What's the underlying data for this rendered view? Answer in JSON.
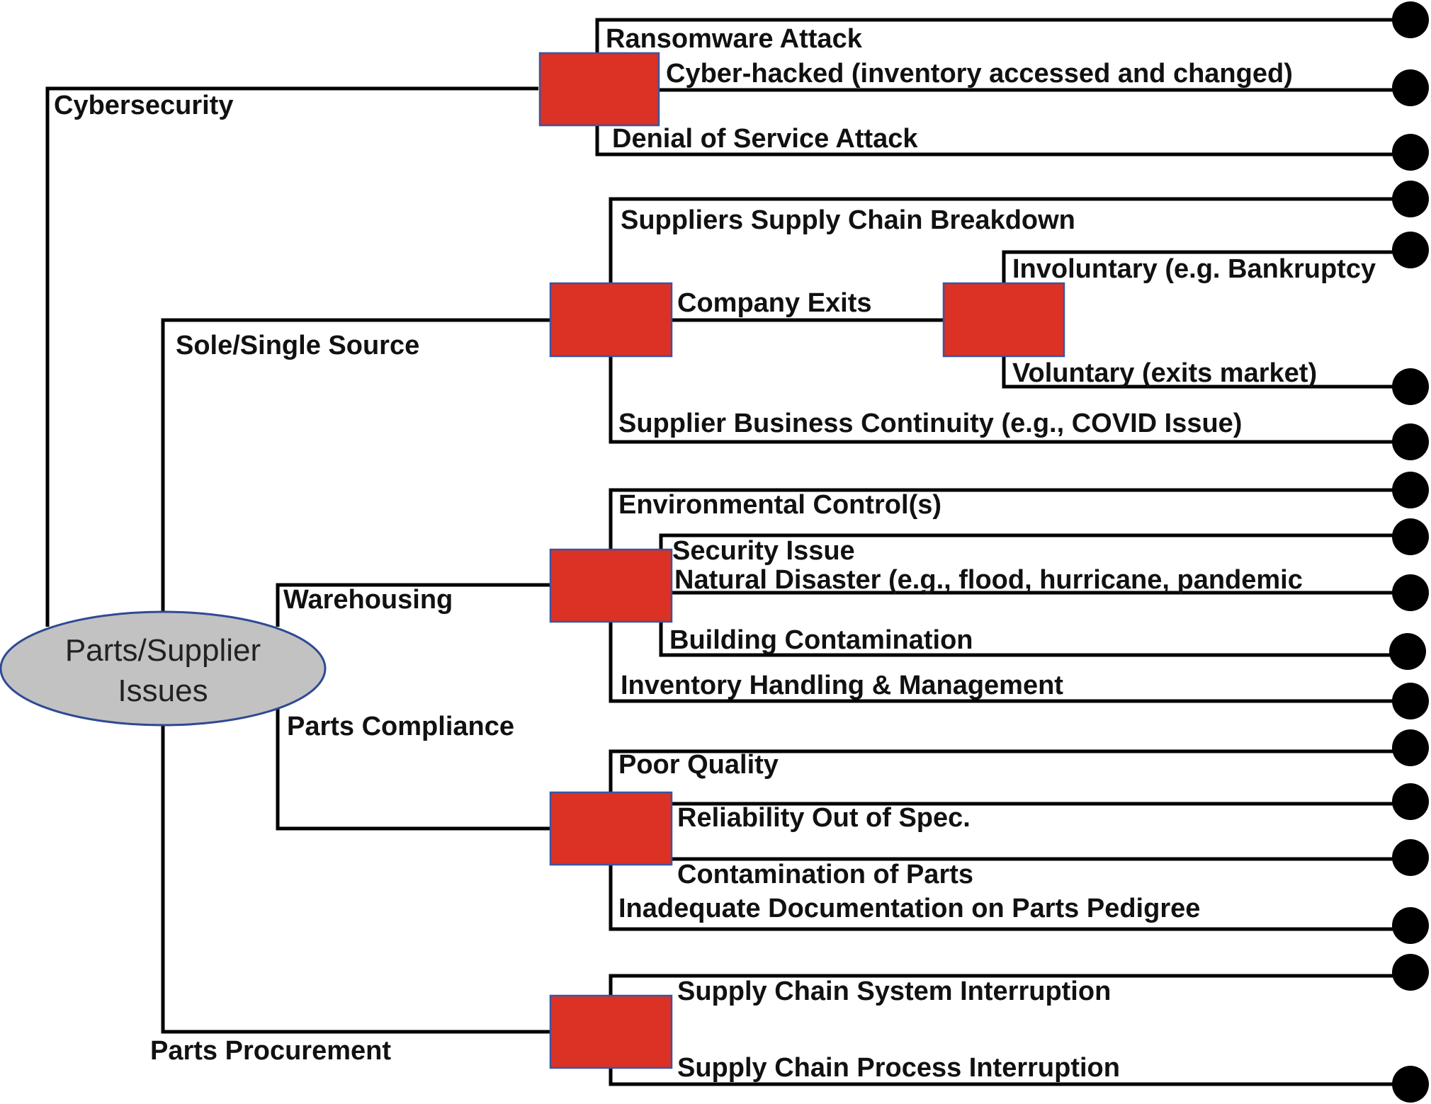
{
  "root": {
    "line1": "Parts/Supplier",
    "line2": "Issues"
  },
  "categories": {
    "cybersecurity": "Cybersecurity",
    "sole_single_source": "Sole/Single Source",
    "warehousing": "Warehousing",
    "parts_compliance": "Parts Compliance",
    "parts_procurement": "Parts Procurement"
  },
  "cybersecurity": {
    "ransomware": "Ransomware Attack",
    "cyber_hacked": "Cyber-hacked (inventory accessed and changed)",
    "dos": "Denial of Service Attack"
  },
  "sole_source": {
    "supply_chain_breakdown": "Suppliers Supply Chain Breakdown",
    "company_exits": "Company Exits",
    "involuntary": "Involuntary (e.g. Bankruptcy",
    "voluntary": "Voluntary (exits market)",
    "business_continuity": "Supplier Business Continuity (e.g., COVID Issue)"
  },
  "warehousing": {
    "environmental": "Environmental Control(s)",
    "security": "Security Issue",
    "natural_disaster": "Natural Disaster (e.g., flood, hurricane, pandemic",
    "building_contamination": "Building Contamination",
    "inventory_handling": "Inventory Handling & Management"
  },
  "compliance": {
    "poor_quality": "Poor Quality",
    "reliability": "Reliability Out of Spec.",
    "contamination": "Contamination of Parts",
    "documentation": "Inadequate Documentation on Parts Pedigree"
  },
  "procurement": {
    "system_interruption": "Supply Chain System Interruption",
    "process_interruption": "Supply Chain Process Interruption"
  },
  "colors": {
    "gate_fill": "#dc3125",
    "gate_stroke": "#3a55a0",
    "root_fill": "#c2c2c2",
    "root_stroke": "#2e4a94",
    "line": "#000000",
    "event_circle": "#000000"
  }
}
